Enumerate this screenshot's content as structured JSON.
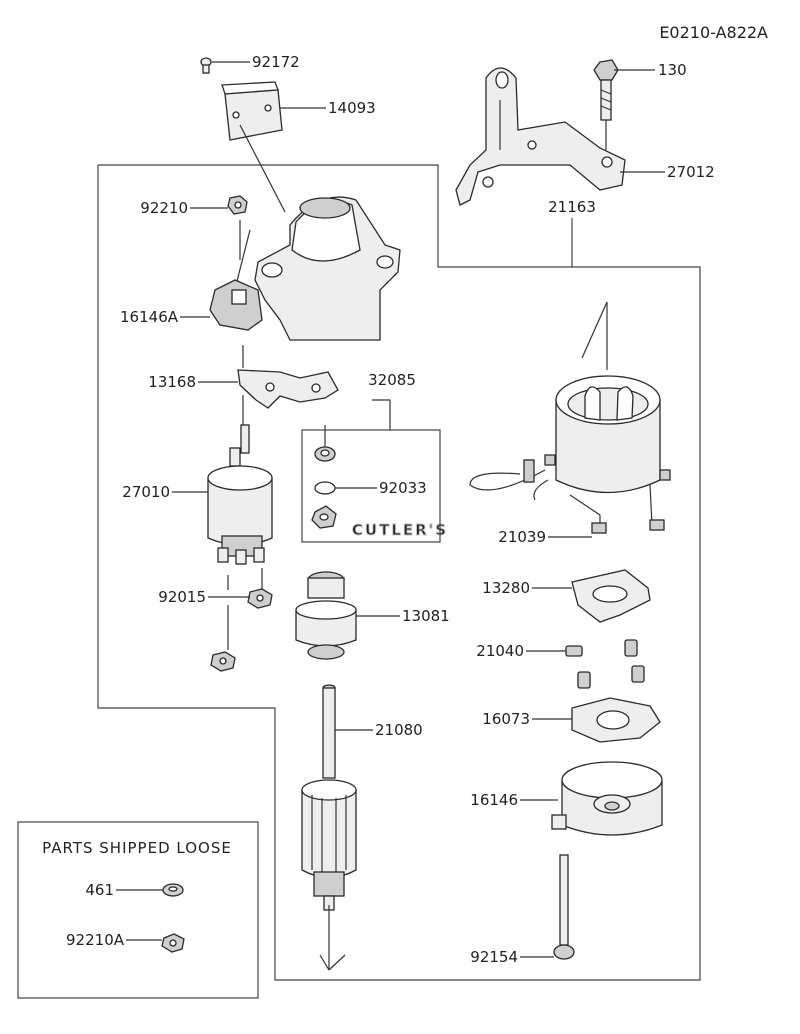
{
  "diagram_code": "E0210-A822A",
  "watermark": "CUTLER'S",
  "loose_box": {
    "title": "PARTS SHIPPED LOOSE"
  },
  "parts": {
    "p92172": "92172",
    "p14093": "14093",
    "p130": "130",
    "p27012": "27012",
    "p21163": "21163",
    "p92210": "92210",
    "p16146A": "16146A",
    "p13168": "13168",
    "p32085": "32085",
    "p27010": "27010",
    "p92033": "92033",
    "p21039": "21039",
    "p92015": "92015",
    "p13081": "13081",
    "p13280": "13280",
    "p21040": "21040",
    "p16073": "16073",
    "p21080": "21080",
    "p16146": "16146",
    "p461": "461",
    "p92210A": "92210A",
    "p92154": "92154"
  }
}
